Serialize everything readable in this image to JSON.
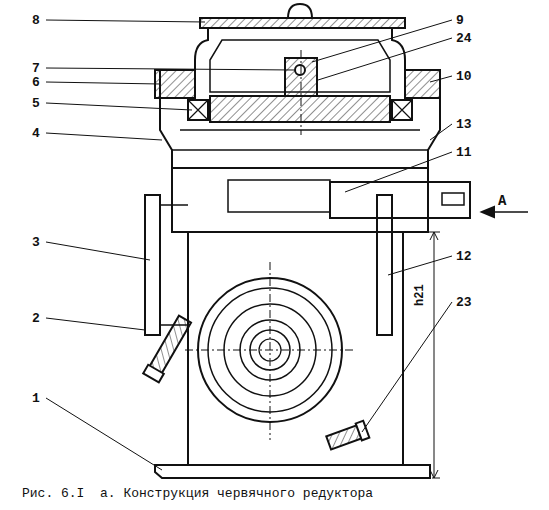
{
  "diagram": {
    "caption": "Рис. 6.I  а. Конструкция червячного редуктора",
    "labels": [
      "8",
      "9",
      "24",
      "7",
      "6",
      "10",
      "5",
      "13",
      "4",
      "11",
      "А",
      "3",
      "12",
      "2",
      "23",
      "h21",
      "1"
    ]
  }
}
